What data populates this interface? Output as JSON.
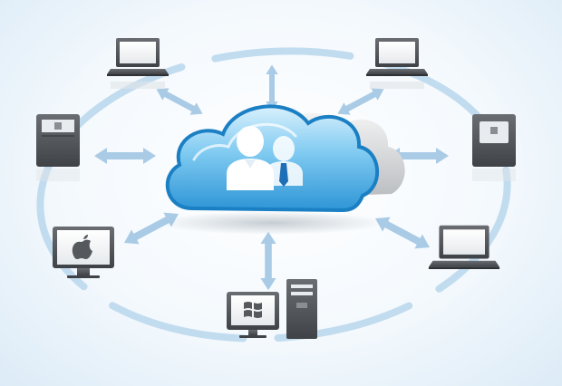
{
  "diagram": {
    "center": {
      "icon": "cloud-users-icon"
    },
    "nodes": [
      {
        "id": "laptop-top-left",
        "icon": "laptop-icon"
      },
      {
        "id": "laptop-top-right",
        "icon": "laptop-icon"
      },
      {
        "id": "server-left",
        "icon": "storage-server-icon"
      },
      {
        "id": "server-right",
        "icon": "storage-server-icon"
      },
      {
        "id": "mac-monitor",
        "icon": "apple-monitor-icon"
      },
      {
        "id": "laptop-bottom-right",
        "icon": "laptop-icon"
      },
      {
        "id": "windows-desktop",
        "icon": "windows-desktop-icon"
      }
    ],
    "connectors": "bidirectional-arrow-icon",
    "colors": {
      "cloud": "#5bb7ea",
      "cloud_dark": "#1b7fc4",
      "arrow": "#a9cbe6",
      "ring": "#c2dcef",
      "device": "#55585c",
      "device_screen": "#ffffff"
    }
  }
}
